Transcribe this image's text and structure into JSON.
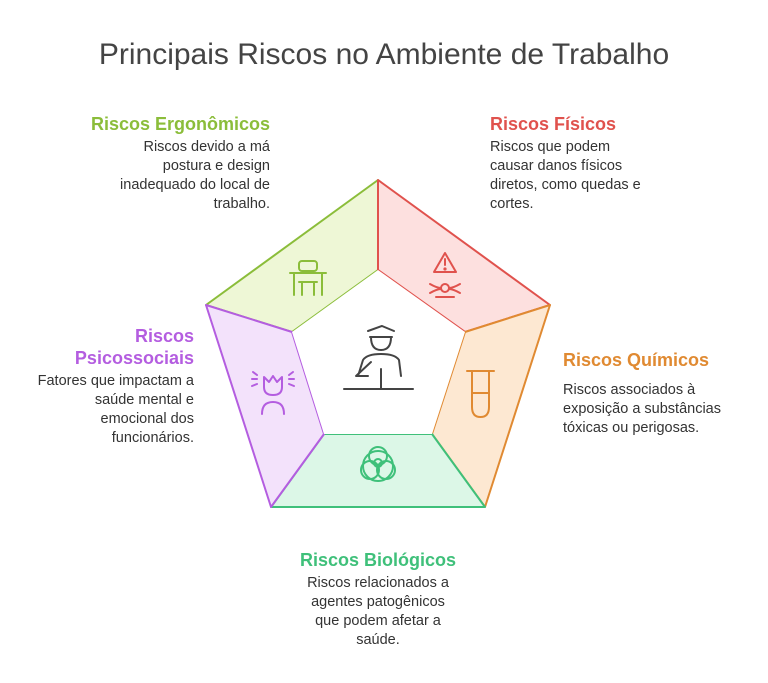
{
  "title": "Principais Riscos no Ambiente de Trabalho",
  "colors": {
    "ergonomic": "#8bbd3a",
    "physical": "#e0524d",
    "chemical": "#e08a32",
    "biological": "#3fc07a",
    "psychosocial": "#b45de0"
  },
  "segments": {
    "ergonomic": {
      "title": "Riscos Ergonômicos",
      "description": [
        "Riscos devido a má",
        "postura e design",
        "inadequado do local de",
        "trabalho."
      ],
      "icon": "desk-chair-icon"
    },
    "physical": {
      "title": "Riscos Físicos",
      "description": [
        "Riscos que podem",
        "causar danos físicos",
        "diretos, como quedas e",
        "cortes."
      ],
      "icon": "warning-hazard-icon"
    },
    "chemical": {
      "title": "Riscos Químicos",
      "description": [
        "Riscos associados à",
        "exposição a substâncias",
        "tóxicas ou perigosas."
      ],
      "icon": "test-tube-icon"
    },
    "biological": {
      "title": "Riscos Biológicos",
      "description": [
        "Riscos relacionados a",
        "agentes patogênicos",
        "que podem afetar a",
        "saúde."
      ],
      "icon": "biohazard-icon"
    },
    "psychosocial": {
      "title_lines": [
        "Riscos",
        "Psicossociais"
      ],
      "description": [
        "Fatores que impactam a",
        "saúde mental e",
        "emocional dos",
        "funcionários."
      ],
      "icon": "stressed-person-icon"
    }
  },
  "center_icon": "worker-at-desk-icon"
}
